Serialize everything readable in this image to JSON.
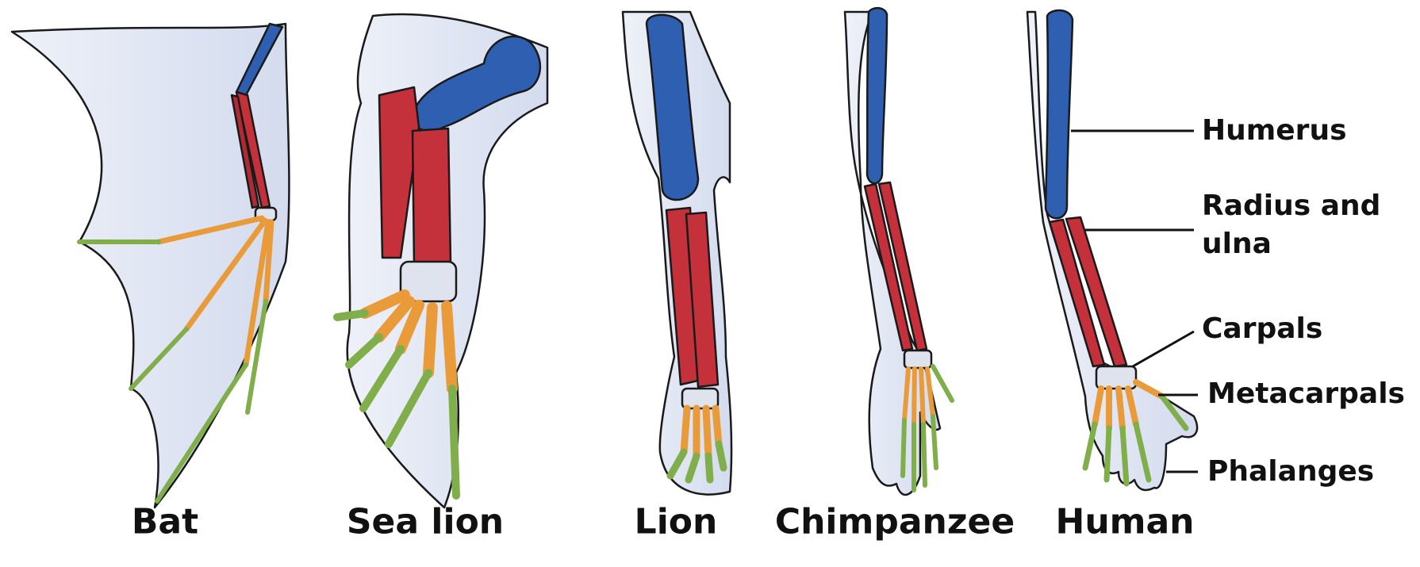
{
  "figure": {
    "animals": [
      {
        "name": "Bat"
      },
      {
        "name": "Sea lion"
      },
      {
        "name": "Lion"
      },
      {
        "name": "Chimpanzee"
      },
      {
        "name": "Human"
      }
    ],
    "labels": {
      "humerus": "Humerus",
      "radius_ulna_line1": "Radius and",
      "radius_ulna_line2": "ulna",
      "carpals": "Carpals",
      "metacarpals": "Metacarpals",
      "phalanges": "Phalanges"
    },
    "colors": {
      "humerus": "#2f5fb0",
      "radius_ulna": "#c4313b",
      "carpals": "#dfe3ee",
      "metacarpals": "#e99b3a",
      "phalanges": "#7fae4a",
      "skin": "#dfe5f3",
      "outline": "#1a1a1a"
    }
  }
}
